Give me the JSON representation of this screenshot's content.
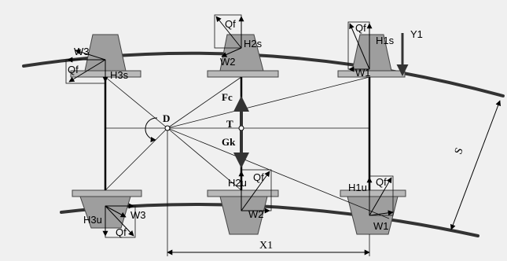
{
  "colors": {
    "background": "#f0f0f0",
    "roller": "#9e9e9e",
    "plate": "#b9b9b9",
    "rail": "#333333",
    "line": "#000000"
  },
  "labels": {
    "w3_top": "W3",
    "qf_top_left": "Qf",
    "h3s": "H3s",
    "qf_top_mid": "Qf",
    "h2s": "H2s",
    "w2_top": "W2",
    "qf_top_right": "Qf",
    "h1s": "H1s",
    "w1_top": "W1",
    "y1": "Y1",
    "fc": "Fc",
    "t": "T",
    "gk": "Gk",
    "d": "D",
    "s": "S",
    "h2u": "H2u",
    "qf_bot_mid": "Qf",
    "w2_bot": "W2",
    "h1u": "H1u",
    "qf_bot_right": "Qf",
    "w1_bot": "W1",
    "h3u": "H3u",
    "w3_bot": "W3",
    "qf_bot_left": "Qf",
    "x1": "X1"
  }
}
